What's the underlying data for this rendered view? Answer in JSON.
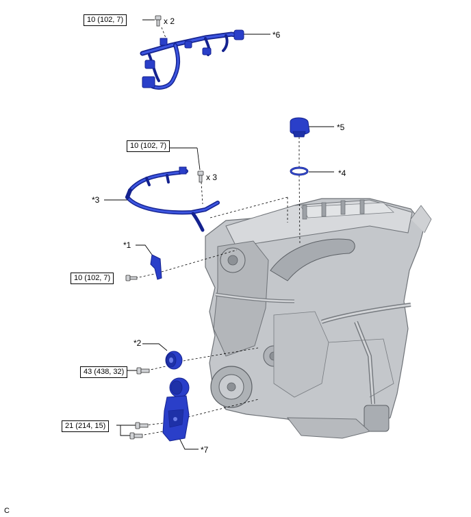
{
  "torques": [
    {
      "text": "10 (102, 7)"
    },
    {
      "text": "10 (102, 7)"
    },
    {
      "text": "10 (102, 7)"
    },
    {
      "text": "43 (438, 32)"
    },
    {
      "text": "21 (214, 15)"
    }
  ],
  "callouts": [
    "*1",
    "*2",
    "*3",
    "*4",
    "*5",
    "*6",
    "*7"
  ],
  "quantities": [
    "x 2",
    "x 3"
  ],
  "corner_letter": "C",
  "colors": {
    "part_blue": "#2a3fc9",
    "part_dark": "#14228f",
    "engine_gray": "#b9bcc0",
    "line": "#000000"
  }
}
